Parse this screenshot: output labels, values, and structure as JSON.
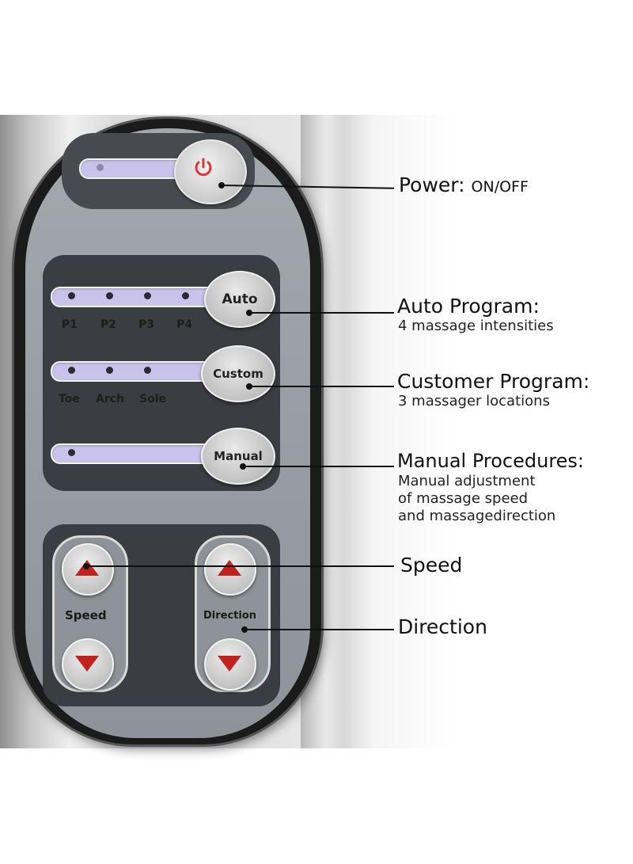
{
  "panel": {
    "auto_label": "Auto",
    "custom_label": "Custom",
    "manual_label": "Manual",
    "auto_modes": [
      "P1",
      "P2",
      "P3",
      "P4"
    ],
    "custom_zones": [
      "Toe",
      "Arch",
      "Sole"
    ],
    "speed_label": "Speed",
    "direction_label": "Direction"
  },
  "callouts": {
    "power": {
      "title": "Power:",
      "detail": "ON/OFF"
    },
    "auto": {
      "title": "Auto Program:",
      "detail": "4 massage intensities"
    },
    "custom": {
      "title": "Customer Program:",
      "detail": "3 massager locations"
    },
    "manual": {
      "title": "Manual Procedures:",
      "detail_lines": [
        "Manual adjustment",
        "of massage speed",
        "and massagedirection"
      ]
    },
    "speed": {
      "title": "Speed"
    },
    "direction": {
      "title": "Direction"
    }
  },
  "colors": {
    "indicator_track": "#c9c2ea",
    "arrow_red": "#c0231e",
    "power_red": "#e0353a",
    "panel_gray": "#9aa0a5",
    "module_dark": "#3a3d41"
  },
  "icons": [
    "power-icon",
    "speed-up-arrow-icon",
    "speed-down-arrow-icon",
    "direction-up-arrow-icon",
    "direction-down-arrow-icon"
  ]
}
